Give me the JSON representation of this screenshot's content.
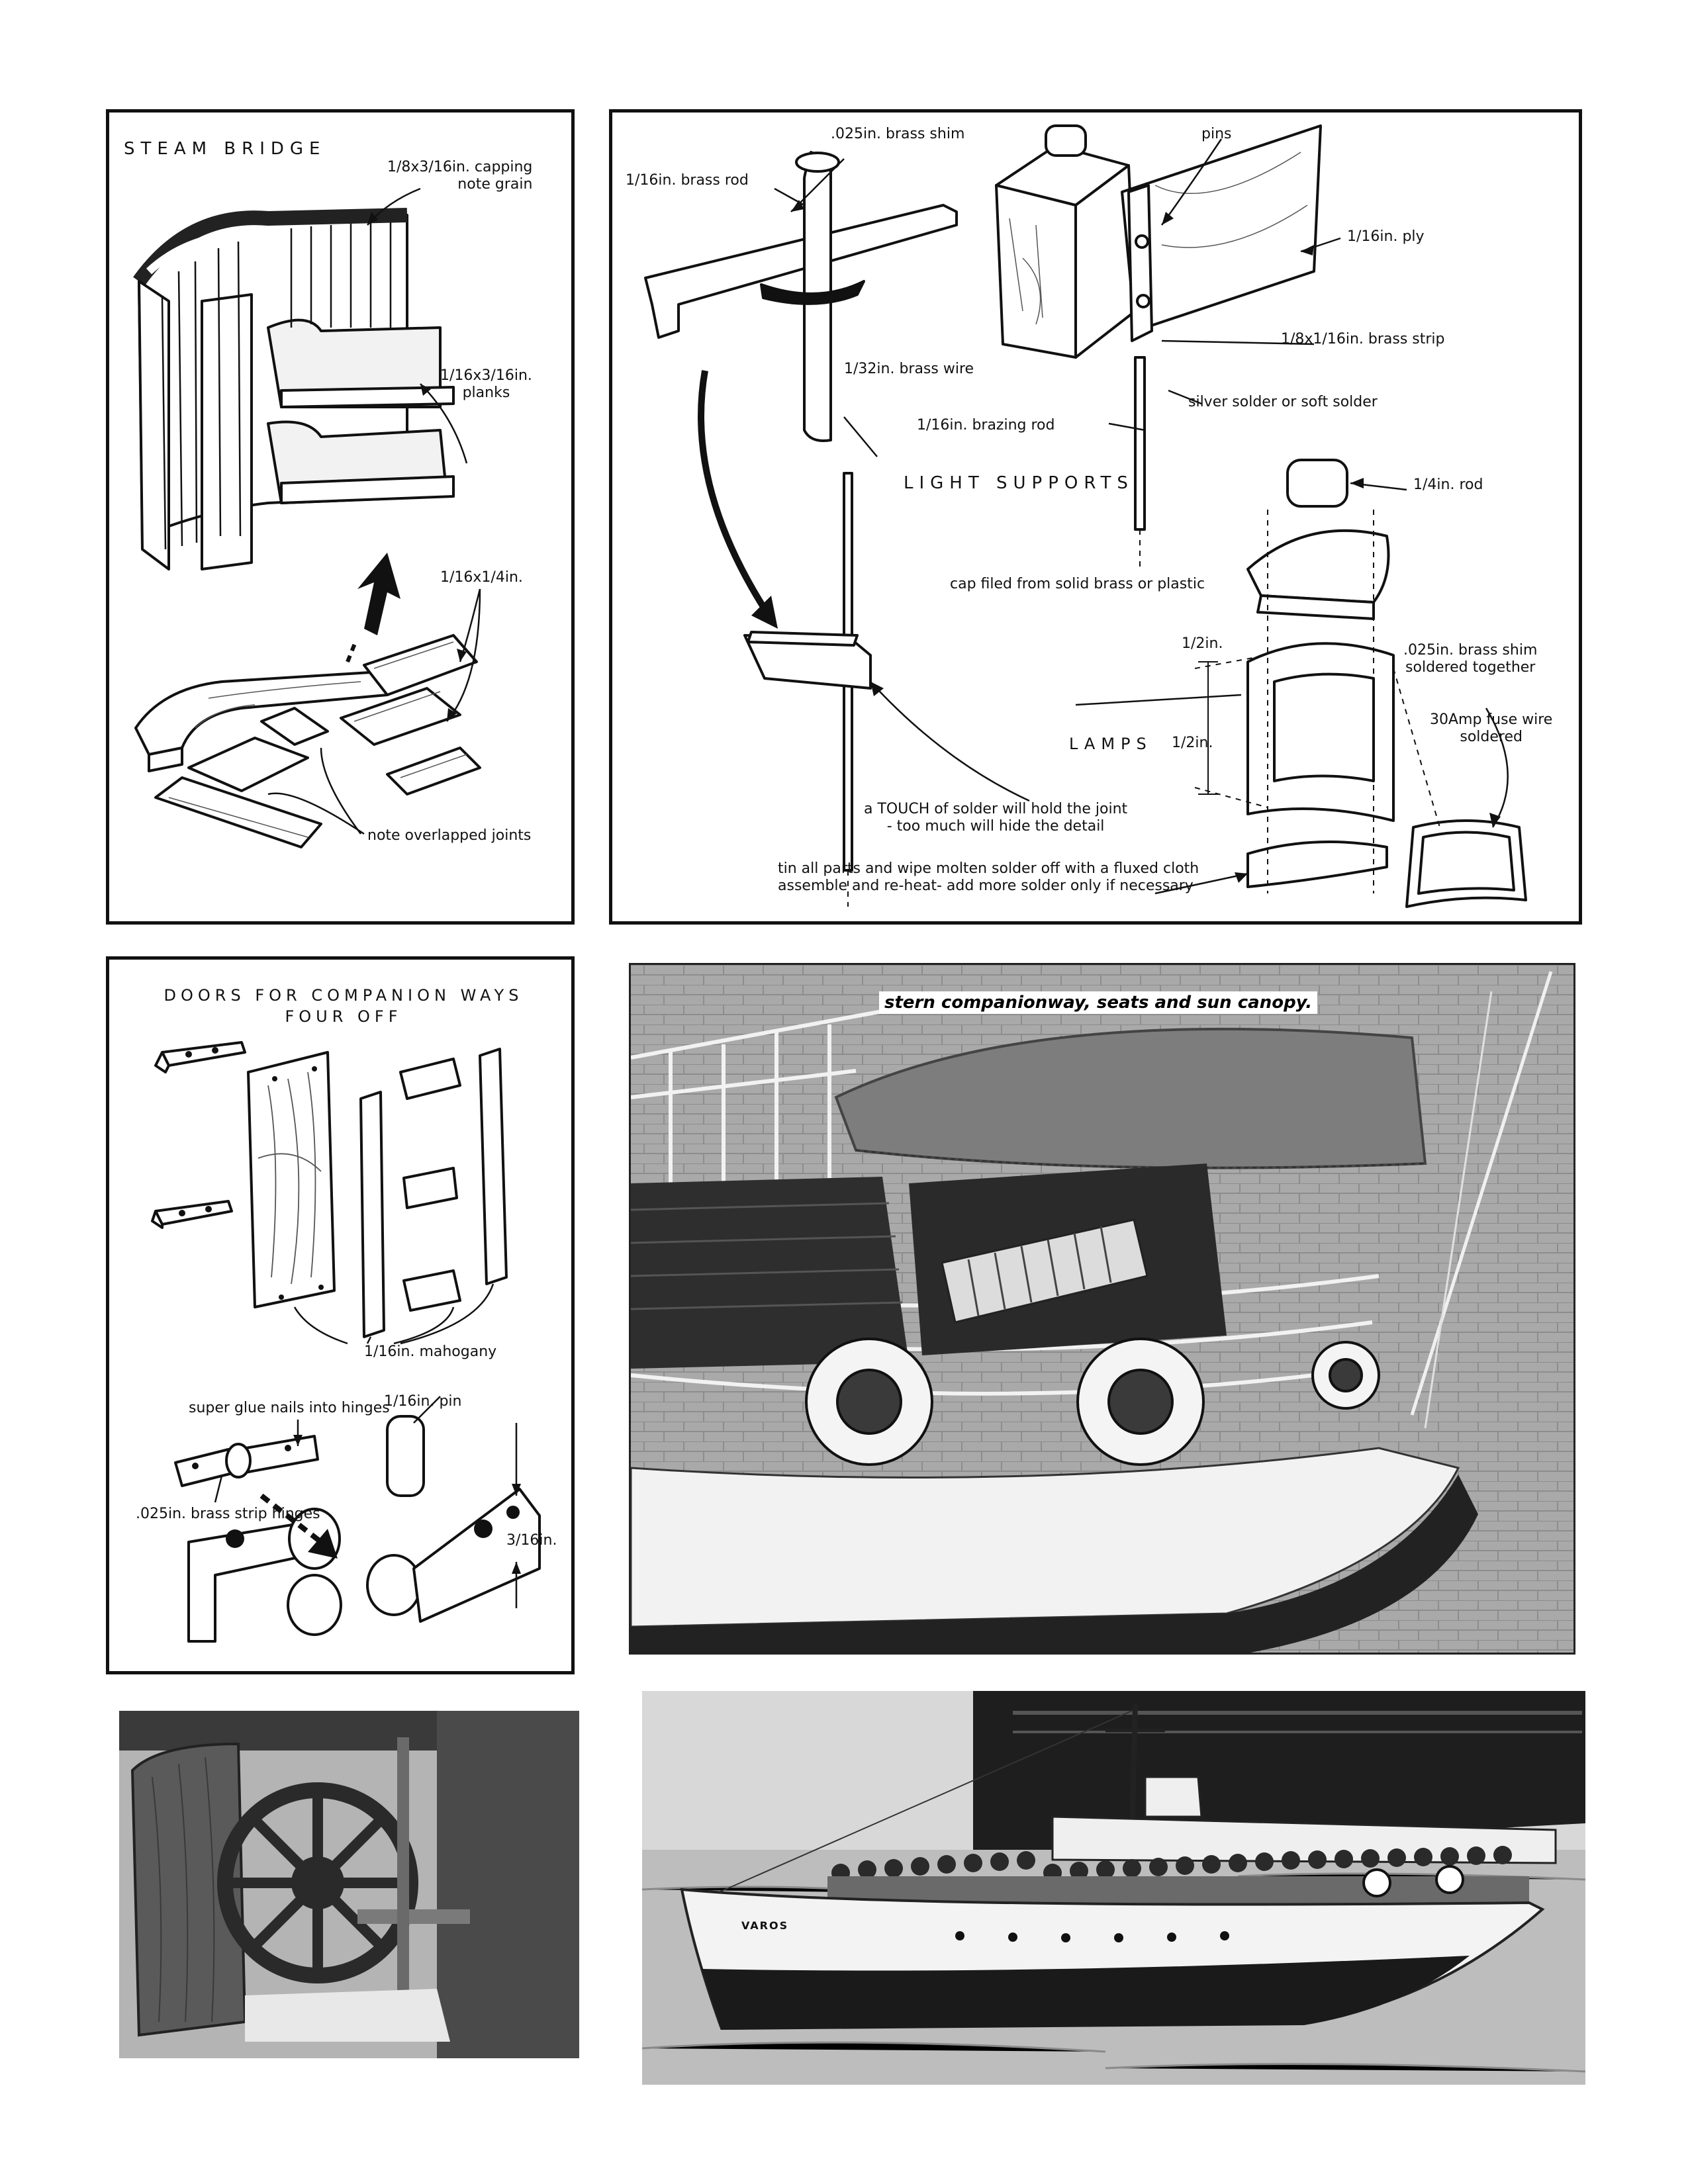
{
  "steam_bridge": {
    "title": "STEAM BRIDGE",
    "labels": {
      "capping": "1/8x3/16in. capping\nnote grain",
      "planks": "1/16x3/16in.\nplanks",
      "strip": "1/16x1/4in.",
      "joints": "note overlapped joints"
    }
  },
  "light_supports": {
    "title": "LIGHT SUPPORTS",
    "labels": {
      "brass_shim": ".025in. brass shim",
      "brass_rod": "1/16in. brass rod",
      "pins": "pins",
      "ply": "1/16in. ply",
      "brass_strip": "1/8x1/16in. brass strip",
      "brass_wire": "1/32in. brass wire",
      "solder": "silver solder or soft solder",
      "brazing_rod": "1/16in. brazing rod",
      "rod_quarter": "1/4in. rod",
      "cap": "cap filed from solid brass or plastic",
      "half_in_a": "1/2in.",
      "half_in_b": "1/2in.",
      "shim_soldered": ".025in. brass shim\nsoldered together",
      "lamps": "LAMPS",
      "fuse_wire": "30Amp fuse wire\nsoldered",
      "touch": "a TOUCH of solder will hold the joint\n- too much will hide the detail",
      "tin": "tin all parts and wipe molten solder off with a fluxed cloth\nassemble and re-heat- add more solder only if necessary"
    }
  },
  "doors": {
    "title_line1": "DOORS FOR COMPANION WAYS",
    "title_line2": "FOUR OFF",
    "labels": {
      "mahogany": "1/16in. mahogany",
      "super_glue": "super glue nails into hinges",
      "pin": "1/16in. pin",
      "hinges": ".025in. brass strip hinges",
      "thickness": "3/16in."
    }
  },
  "photo_stern": {
    "caption": "stern companionway, seats and sun canopy."
  },
  "photo_ship": {
    "name": "VAROS"
  },
  "colors": {
    "ink": "#111111",
    "paper": "#ffffff",
    "photo_mid": "#8a8a8a",
    "photo_dark": "#2a2a2a"
  }
}
